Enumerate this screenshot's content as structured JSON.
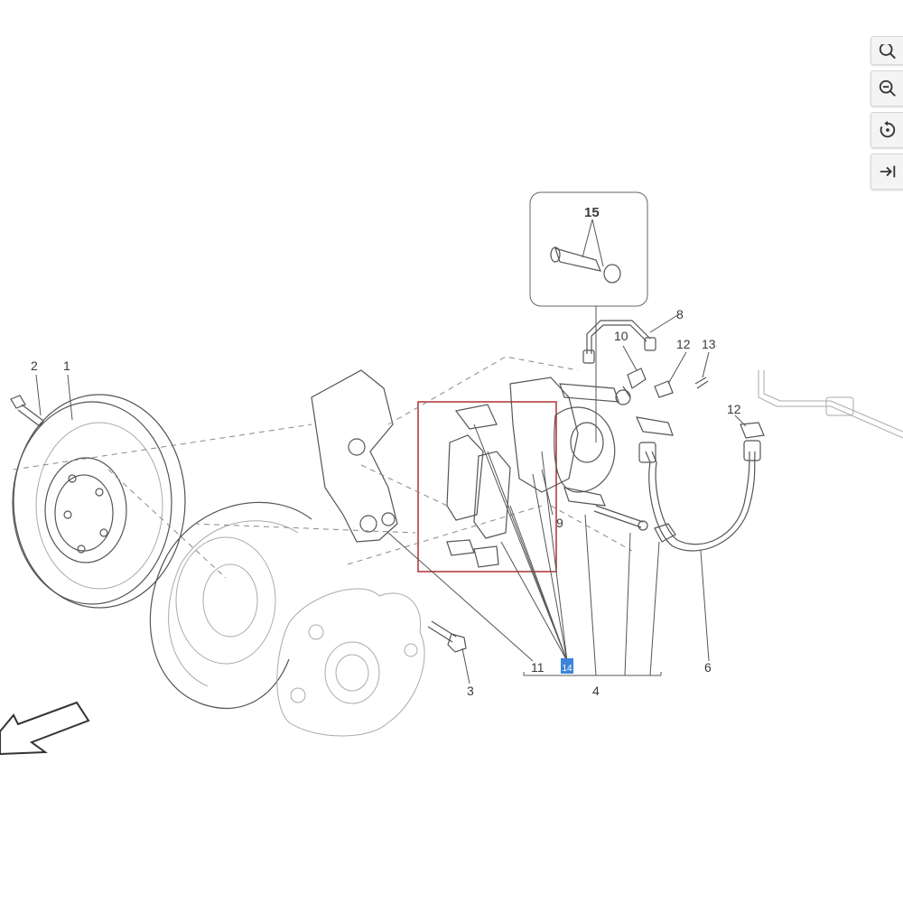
{
  "diagram": {
    "callouts": {
      "c1": "1",
      "c2": "2",
      "c3": "3",
      "c4": "4",
      "c6": "6",
      "c8": "8",
      "c9": "9",
      "c10": "10",
      "c11": "11",
      "c12a": "12",
      "c12b": "12",
      "c13": "13",
      "c15": "15"
    },
    "highlighted_callout": "14",
    "highlight_color": "#3d85d8",
    "selection_box_color": "#b03030"
  },
  "toolbar": {
    "buttons": [
      {
        "icon": "zoom-in-icon"
      },
      {
        "icon": "zoom-out-icon"
      },
      {
        "icon": "rotate-reset-icon"
      },
      {
        "icon": "collapse-panel-icon"
      }
    ]
  }
}
